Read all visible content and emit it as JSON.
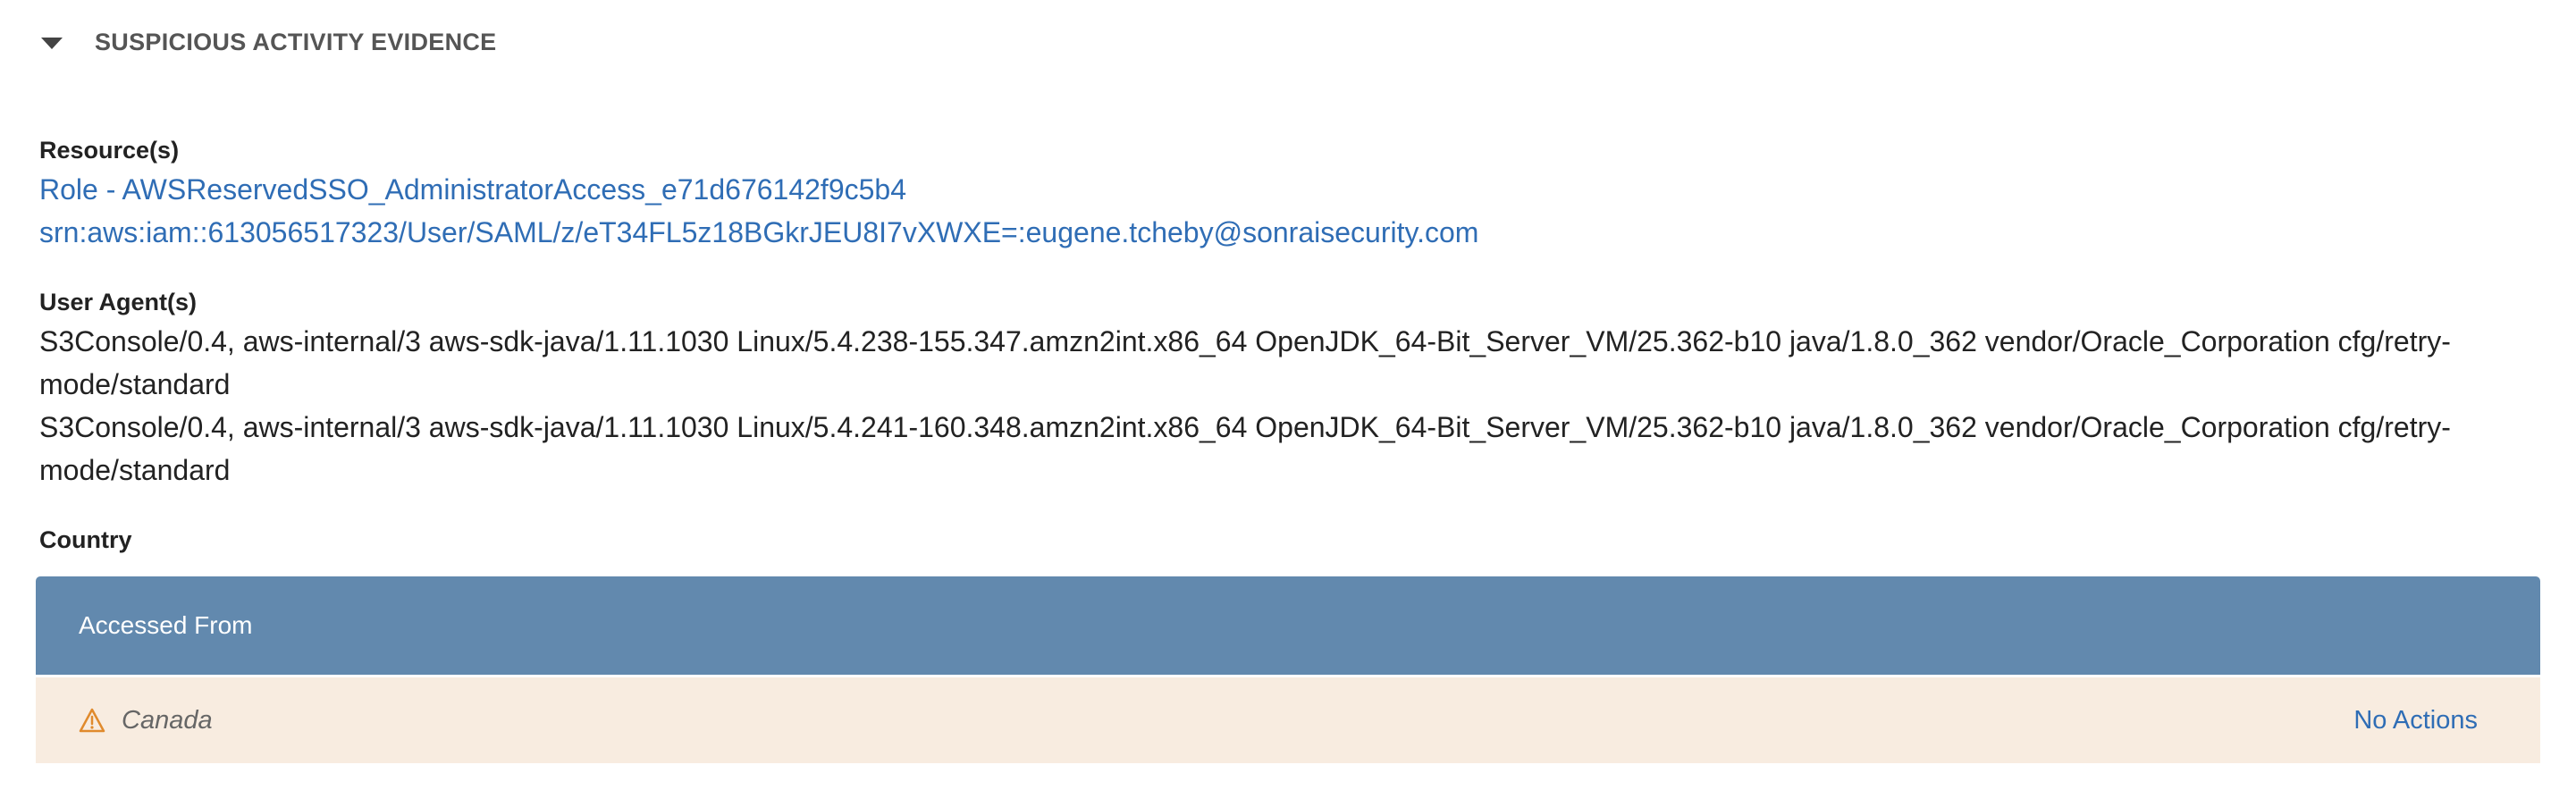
{
  "section": {
    "title": "SUSPICIOUS ACTIVITY EVIDENCE",
    "toggle_icon": "caret-down-icon"
  },
  "resources": {
    "label": "Resource(s)",
    "items": [
      "Role - AWSReservedSSO_AdministratorAccess_e71d676142f9c5b4",
      "srn:aws:iam::613056517323/User/SAML/z/eT34FL5z18BGkrJEU8I7vXWXE=:eugene.tcheby@sonraisecurity.com"
    ]
  },
  "user_agents": {
    "label": "User Agent(s)",
    "items": [
      "S3Console/0.4, aws-internal/3 aws-sdk-java/1.11.1030 Linux/5.4.238-155.347.amzn2int.x86_64 OpenJDK_64-Bit_Server_VM/25.362-b10 java/1.8.0_362 vendor/Oracle_Corporation cfg/retry-mode/standard",
      "S3Console/0.4, aws-internal/3 aws-sdk-java/1.11.1030 Linux/5.4.241-160.348.amzn2int.x86_64 OpenJDK_64-Bit_Server_VM/25.362-b10 java/1.8.0_362 vendor/Oracle_Corporation cfg/retry-mode/standard"
    ]
  },
  "country": {
    "label": "Country",
    "table": {
      "header": "Accessed From",
      "rows": [
        {
          "icon": "warning-triangle-icon",
          "value": "Canada",
          "action": "No Actions"
        }
      ]
    }
  },
  "colors": {
    "table_header_bg": "#6289ae",
    "row_warning_bg": "#f8ece0",
    "link": "#2f6db5",
    "warning_icon": "#e08a2c"
  }
}
